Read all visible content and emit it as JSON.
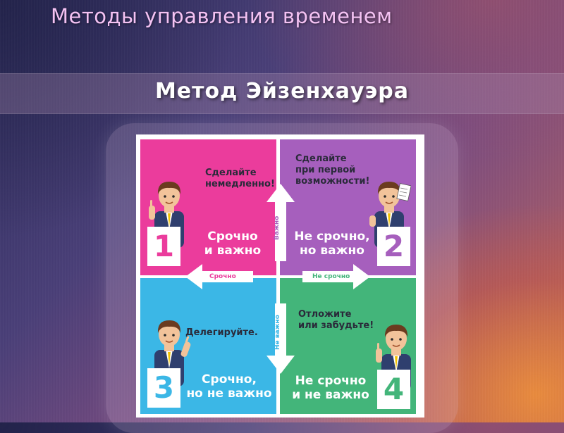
{
  "slide": {
    "title": "Методы управления временем",
    "subtitle": "Метод Эйзенхауэра"
  },
  "matrix": {
    "quadrants": [
      {
        "number": "1",
        "title": "Сделайте\nнемедленно!",
        "description": "Срочно\nи важно",
        "color": "#eb3c9c",
        "number_color": "#eb3c9c"
      },
      {
        "number": "2",
        "title": "Сделайте\nпри первой\nвозможности!",
        "description": "Не срочно,\nно важно",
        "color": "#a65fbd",
        "number_color": "#a65fbd"
      },
      {
        "number": "3",
        "title": "Делегируйте.",
        "description": "Срочно,\nно не важно",
        "color": "#3bb7e6",
        "number_color": "#3bb7e6"
      },
      {
        "number": "4",
        "title": "Отложите\nили забудьте!",
        "description": "Не срочно\nи не важно",
        "color": "#43b57a",
        "number_color": "#43b57a"
      }
    ],
    "axes": {
      "important": "Важно",
      "not_important": "Не важно",
      "urgent": "Срочно",
      "not_urgent": "Не срочно"
    },
    "character_icon": "person-illustration-icon",
    "arrow_icon": "arrow-icon"
  }
}
